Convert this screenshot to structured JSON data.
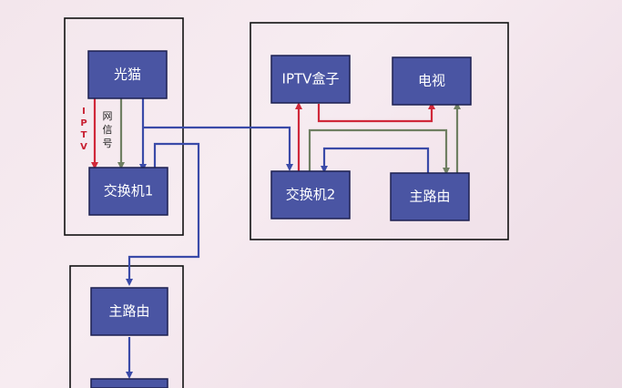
{
  "nodes": {
    "modem": "光猫",
    "switch1": "交换机1",
    "iptv_box": "IPTV盒子",
    "tv": "电视",
    "switch2": "交换机2",
    "main_router_right": "主路由",
    "main_router_bottom": "主路由"
  },
  "labels": {
    "iptv_vertical": "IPTV",
    "net_signal_vertical": "网信号"
  },
  "colors": {
    "node_fill": "#4a55a3",
    "wire_blue": "#3a4aa8",
    "wire_red": "#d0283a",
    "wire_gray": "#6f7f62"
  }
}
